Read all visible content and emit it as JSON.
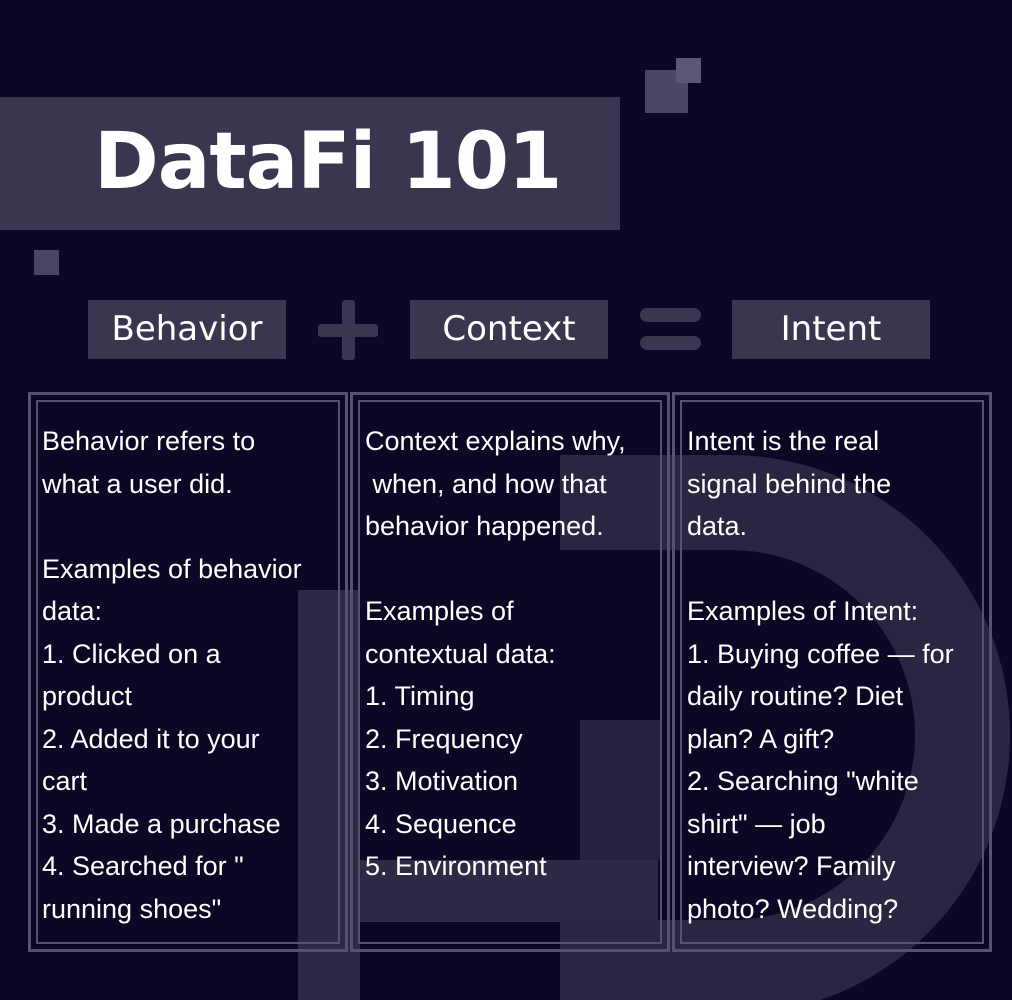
{
  "title": "DataFi 101",
  "equation": {
    "terms": [
      "Behavior",
      "Context",
      "Intent"
    ],
    "operators": [
      "+",
      "="
    ]
  },
  "columns": [
    {
      "intro": [
        "Behavior refers to",
        "what a user did."
      ],
      "examples": [
        "Examples of behavior",
        "data:",
        "1. Clicked on a",
        "product",
        "2. Added it to your",
        "cart",
        "3. Made a purchase",
        "4. Searched for \"",
        "running shoes\""
      ]
    },
    {
      "intro": [
        "Context explains why,",
        " when, and how that",
        "behavior happened."
      ],
      "examples": [
        "Examples of",
        "contextual data:",
        "1. Timing",
        "2. Frequency",
        "3. Motivation",
        "4. Sequence",
        "5. Environment"
      ]
    },
    {
      "intro": [
        "Intent is the real",
        "signal behind the",
        "data."
      ],
      "examples": [
        "Examples of Intent:",
        "1. Buying coffee — for",
        "daily routine? Diet",
        "plan? A gift?",
        "2. Searching \"white",
        "shirt\" — job",
        "interview? Family",
        "photo? Wedding?"
      ]
    }
  ],
  "colors": {
    "background": "#0b0724",
    "panel": "#3a3650",
    "border": "#56526c",
    "text": "#ffffff"
  }
}
